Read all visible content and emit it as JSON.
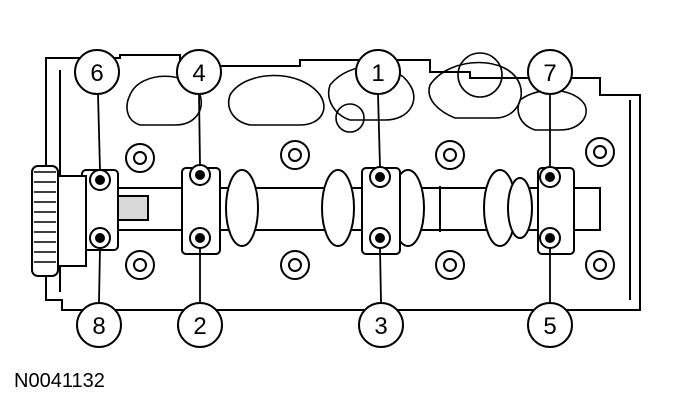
{
  "figure": {
    "id": "N0041132"
  },
  "callouts": [
    {
      "number": "6",
      "target": "exhaust-cam-cap-bolt-1"
    },
    {
      "number": "4",
      "target": "cam-cap-bolt-front-upper"
    },
    {
      "number": "1",
      "target": "cam-cap-bolt-center-upper"
    },
    {
      "number": "7",
      "target": "cam-cap-bolt-rear-upper"
    },
    {
      "number": "8",
      "target": "cam-cap-bolt-front-lower-chain-side"
    },
    {
      "number": "2",
      "target": "cam-cap-bolt-front-lower"
    },
    {
      "number": "3",
      "target": "cam-cap-bolt-center-lower"
    },
    {
      "number": "5",
      "target": "cam-cap-bolt-rear-lower"
    }
  ],
  "colors": {
    "line": "#000000",
    "background": "#ffffff",
    "shade": "#d9d9d9"
  }
}
